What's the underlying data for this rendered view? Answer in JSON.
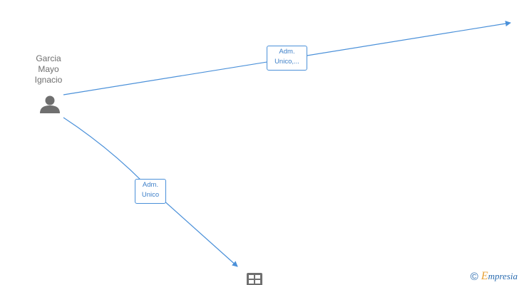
{
  "person": {
    "name": "Garcia\nMayo\nIgnacio",
    "icon": "person-icon"
  },
  "edges": [
    {
      "label_line1": "Adm.",
      "label_line2": "Unico,..."
    },
    {
      "label_line1": "Adm.",
      "label_line2": "Unico"
    }
  ],
  "company": {
    "icon": "building-icon"
  },
  "watermark": {
    "symbol": "©",
    "brand_initial": "E",
    "brand_rest": "mpresia"
  },
  "colors": {
    "edge": "#4a90d9",
    "node_icon": "#6f6f6f"
  }
}
